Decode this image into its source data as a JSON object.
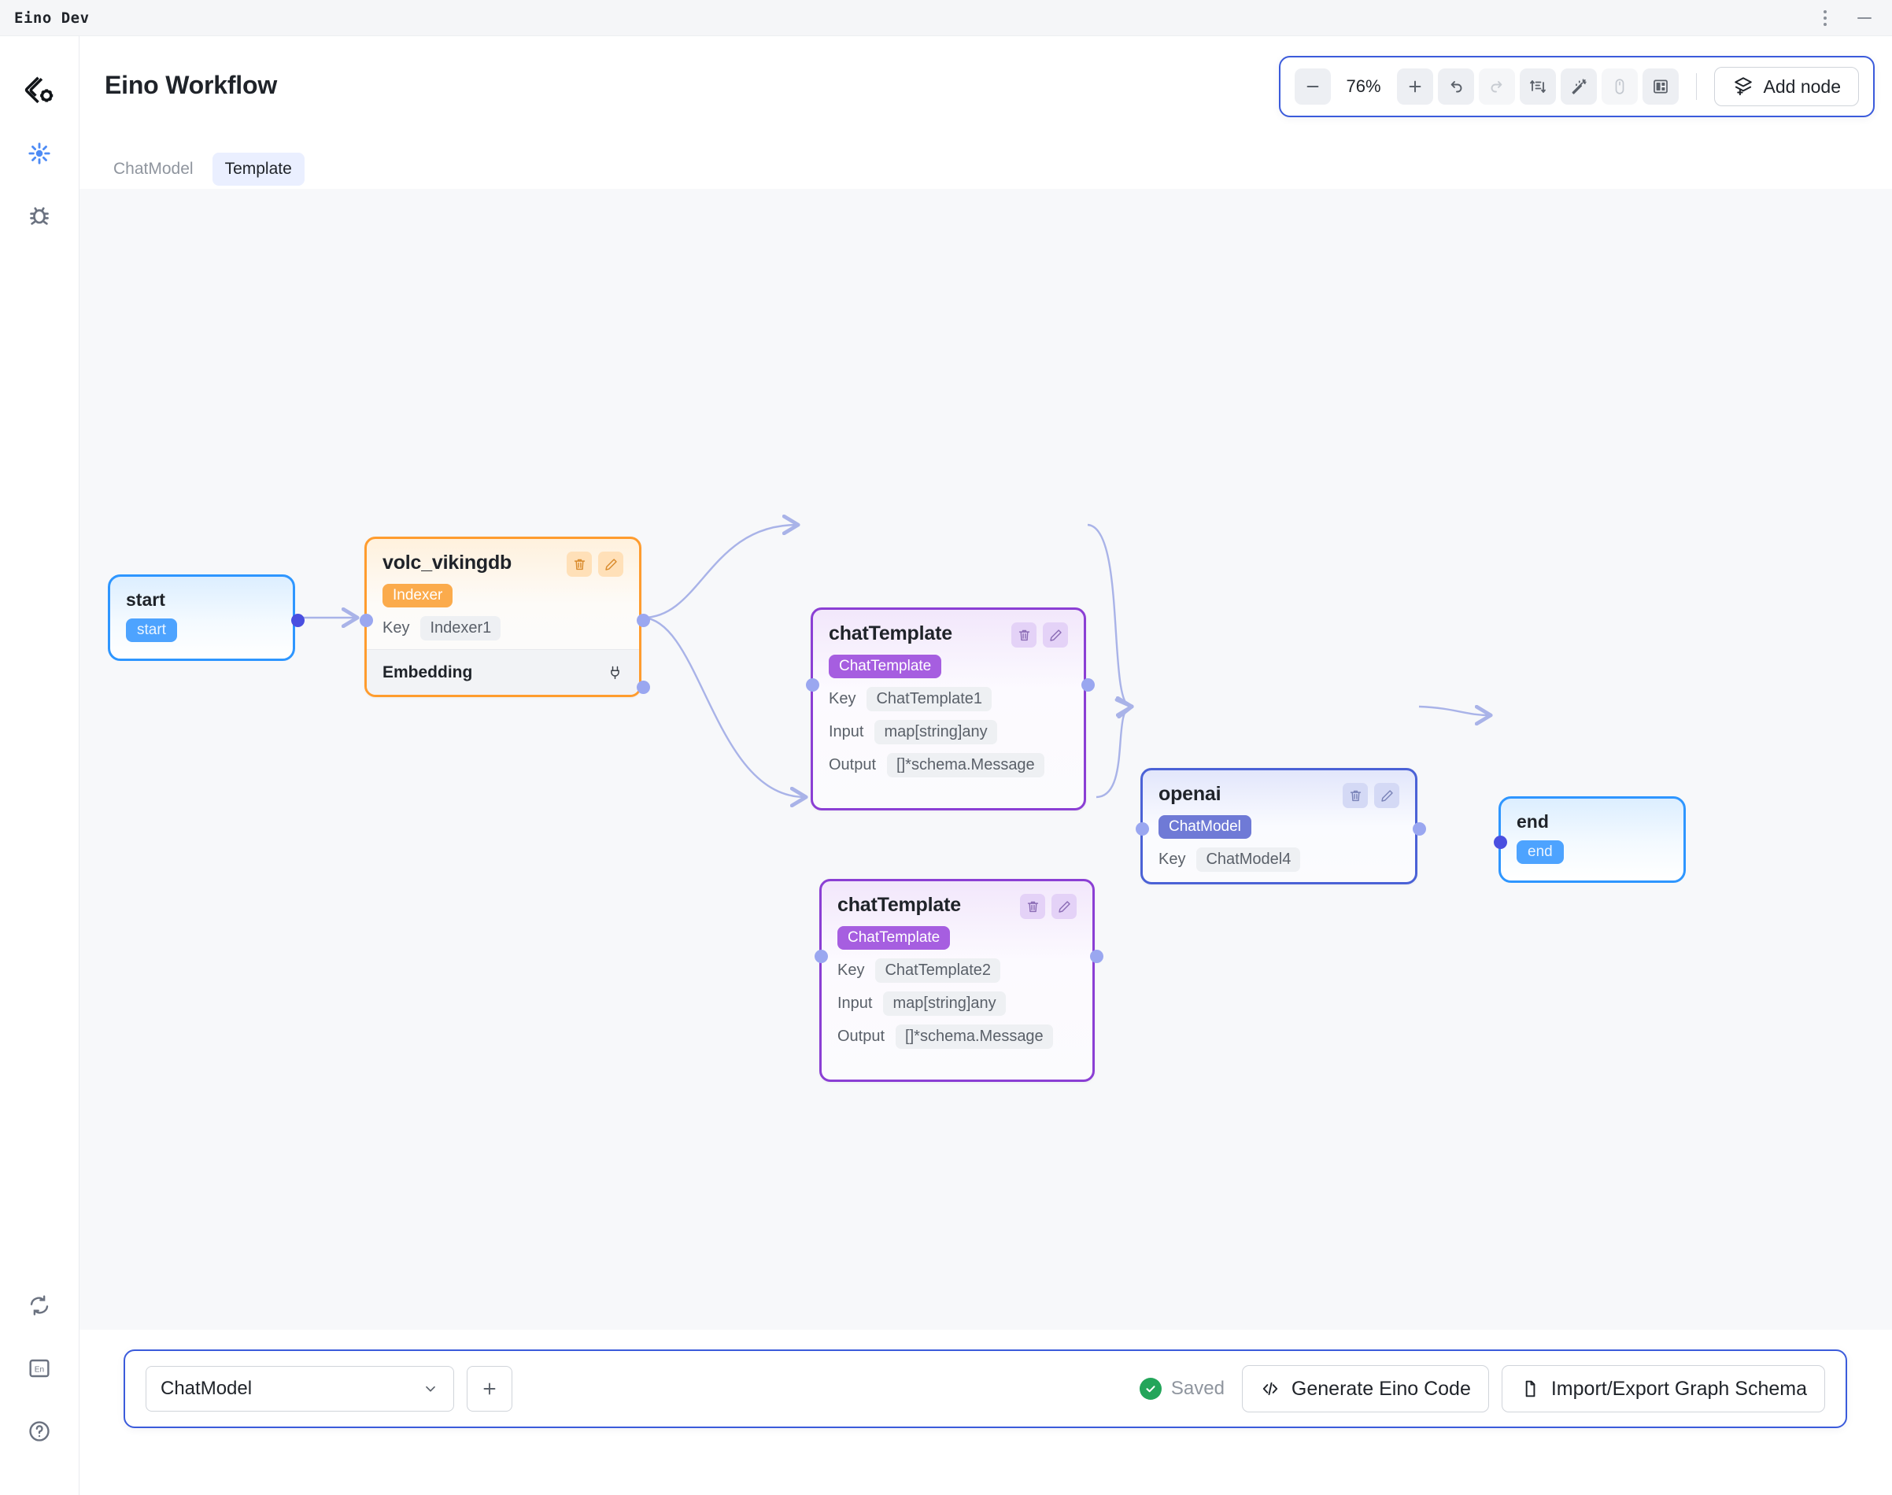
{
  "titlebar": {
    "app_name": "Eino Dev",
    "menu_icon": "kebab-menu-icon",
    "minimize_icon": "minimize-icon"
  },
  "rail": {
    "logo_icon": "eino-logo-icon",
    "items": [
      {
        "icon": "graph-node-icon",
        "name": "sidebar-item-graph",
        "active": true
      },
      {
        "icon": "bug-icon",
        "name": "sidebar-item-debug",
        "active": false
      }
    ],
    "bottom_items": [
      {
        "icon": "refresh-icon",
        "name": "sidebar-item-refresh"
      },
      {
        "icon": "language-en-icon",
        "name": "sidebar-item-language",
        "label": "En"
      },
      {
        "icon": "help-circle-icon",
        "name": "sidebar-item-help"
      }
    ]
  },
  "header": {
    "title": "Eino Workflow",
    "tabs": [
      {
        "label": "ChatModel",
        "active": false
      },
      {
        "label": "Template",
        "active": true
      }
    ]
  },
  "toolbar": {
    "zoom_out_label": "−",
    "zoom_level": "76%",
    "zoom_in_label": "+",
    "undo_icon": "undo-icon",
    "redo_icon": "redo-icon",
    "auto_layout_icon": "auto-layout-icon",
    "magic_wand_icon": "magic-wand-icon",
    "mouse_icon": "mouse-pointer-icon",
    "minimap_icon": "minimap-icon",
    "add_node_label": "Add node",
    "add_node_icon": "add-layers-icon"
  },
  "canvas": {
    "nodes": [
      {
        "id": "start",
        "type": "start",
        "title": "start",
        "chip": "start"
      },
      {
        "id": "volc_vikingdb",
        "type": "component",
        "title": "volc_vikingdb",
        "badge": "Indexer",
        "fields": [
          {
            "label": "Key",
            "value": "Indexer1"
          }
        ],
        "footer": {
          "label": "Embedding",
          "icon": "plug-icon"
        },
        "delete_icon": "trash-icon",
        "edit_icon": "pencil-icon",
        "accent": "#ff9c2e"
      },
      {
        "id": "chatTemplate1",
        "type": "component",
        "title": "chatTemplate",
        "badge": "ChatTemplate",
        "fields": [
          {
            "label": "Key",
            "value": "ChatTemplate1"
          },
          {
            "label": "Input",
            "value": "map[string]any"
          },
          {
            "label": "Output",
            "value": "[]*schema.Message"
          }
        ],
        "delete_icon": "trash-icon",
        "edit_icon": "pencil-icon",
        "accent": "#8b3fd4"
      },
      {
        "id": "chatTemplate2",
        "type": "component",
        "title": "chatTemplate",
        "badge": "ChatTemplate",
        "fields": [
          {
            "label": "Key",
            "value": "ChatTemplate2"
          },
          {
            "label": "Input",
            "value": "map[string]any"
          },
          {
            "label": "Output",
            "value": "[]*schema.Message"
          }
        ],
        "delete_icon": "trash-icon",
        "edit_icon": "pencil-icon",
        "accent": "#8b3fd4"
      },
      {
        "id": "openai",
        "type": "component",
        "title": "openai",
        "badge": "ChatModel",
        "fields": [
          {
            "label": "Key",
            "value": "ChatModel4"
          }
        ],
        "delete_icon": "trash-icon",
        "edit_icon": "pencil-icon",
        "accent": "#4b62d6"
      },
      {
        "id": "end",
        "type": "end",
        "title": "end",
        "chip": "end"
      }
    ]
  },
  "bottombar": {
    "select_value": "ChatModel",
    "select_caret_icon": "chevron-down-icon",
    "add_icon": "plus-icon",
    "status_label": "Saved",
    "status_icon": "check-circle-icon",
    "status_color": "#23a55a",
    "generate_label": "Generate Eino Code",
    "generate_icon": "code-icon",
    "import_export_label": "Import/Export Graph Schema",
    "import_export_icon": "document-icon"
  }
}
